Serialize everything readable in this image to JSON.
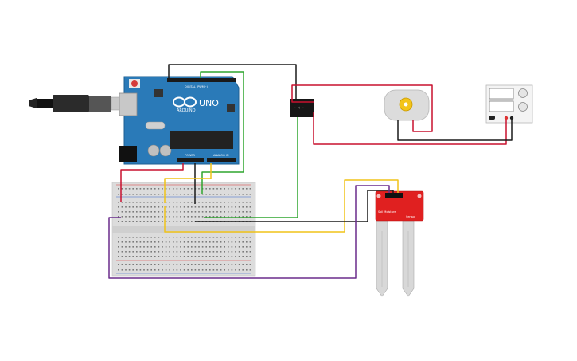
{
  "arduino": {
    "logo_text": "ARDUINO",
    "model": "UNO",
    "digital_header_label": "DIGITAL (PWM~)",
    "power_label": "POWER",
    "analog_label": "ANALOG IN"
  },
  "moisture_sensor": {
    "label_line1": "Soil Moisture",
    "label_line2": "Sensor"
  },
  "colors": {
    "board_blue": "#2a7ab8",
    "breadboard": "#dcdcdc",
    "wire_red": "#c8102e",
    "wire_black": "#1a1a1a",
    "wire_green": "#2fa52f",
    "wire_yellow": "#f0c419",
    "wire_purple": "#6a2c8c",
    "sensor_red": "#e02020",
    "probe_gray": "#d8d8d8"
  },
  "icons": [
    "usb-cable-icon",
    "arduino-infinity-logo-icon",
    "dc-motor-icon",
    "relay-icon",
    "power-supply-icon"
  ]
}
